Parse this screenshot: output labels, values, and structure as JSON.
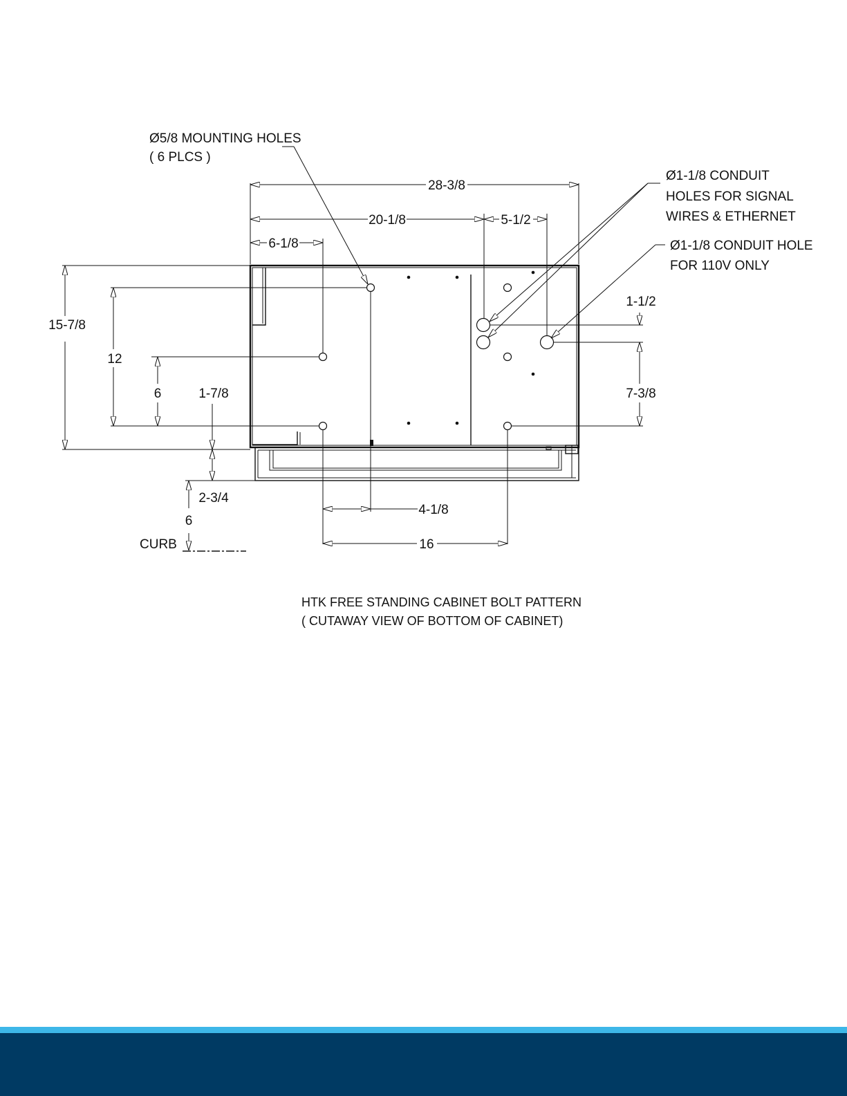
{
  "labels": {
    "mounting_holes_line1": "Ø5/8 MOUNTING HOLES",
    "mounting_holes_line2": "( 6 PLCS )",
    "conduit_signal_line1": "Ø1-1/8 CONDUIT",
    "conduit_signal_line2": "HOLES FOR SIGNAL",
    "conduit_signal_line3": "WIRES & ETHERNET",
    "conduit_110v_line1": "Ø1-1/8 CONDUIT HOLE",
    "conduit_110v_line2": "FOR 110V ONLY",
    "curb": "CURB"
  },
  "dimensions": {
    "overall_width": "28-3/8",
    "conduit_offset": "20-1/8",
    "conduit_spacing": "5-1/2",
    "left_hole_offset": "6-1/8",
    "overall_depth": "15-7/8",
    "hole_span_12": "12",
    "hole_span_6": "6",
    "bottom_offset": "1-7/8",
    "base_height": "2-3/4",
    "curb_height": "6",
    "conduit_vertical_top": "1-1/2",
    "conduit_vertical_bottom": "7-3/8",
    "hole_offset_horizontal": "4-1/8",
    "hole_span_16": "16"
  },
  "caption": {
    "line1": "HTK FREE STANDING CABINET BOLT PATTERN",
    "line2": "( CUTAWAY VIEW OF BOTTOM OF CABINET)"
  },
  "colors": {
    "footer_stripe": "#3db7e8",
    "footer_bar": "#003a63"
  }
}
